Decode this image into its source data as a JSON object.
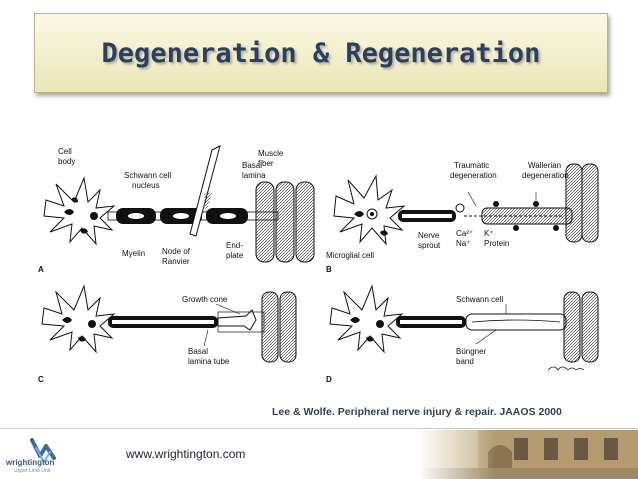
{
  "header": {
    "title": "Degeneration & Regeneration"
  },
  "figure": {
    "panel_a": {
      "letter": "A",
      "labels": {
        "cell_body_1": "Cell",
        "cell_body_2": "body",
        "schwann_1": "Schwann cell",
        "schwann_2": "nucleus",
        "basal_1": "Basal",
        "basal_2": "lamina",
        "muscle_1": "Muscle",
        "muscle_2": "fiber",
        "myelin": "Myelin",
        "node_1": "Node of",
        "node_2": "Ranvier",
        "endplate_1": "End-",
        "endplate_2": "plate"
      }
    },
    "panel_b": {
      "letter": "B",
      "labels": {
        "traumatic_1": "Traumatic",
        "traumatic_2": "degeneration",
        "wallerian_1": "Wallerian",
        "wallerian_2": "degeneration",
        "nerve_1": "Nerve",
        "nerve_2": "sprout",
        "ca": "Ca²⁺",
        "na": "Na⁺",
        "k": "K⁺",
        "protein": "Protein",
        "microglial": "Microglial cell"
      }
    },
    "panel_c": {
      "letter": "C",
      "labels": {
        "growth_cone": "Growth cone",
        "basal_1": "Basal",
        "basal_2": "lamina tube"
      }
    },
    "panel_d": {
      "letter": "D",
      "labels": {
        "schwann": "Schwann cell",
        "bungner_1": "Büngner",
        "bungner_2": "band"
      }
    }
  },
  "citation": "Lee & Wolfe. Peripheral nerve injury & repair. JAAOS 2000",
  "footer": {
    "logo_word": "wrightington",
    "logo_sub": "Upper Limb Unit",
    "website": "www.wrightington.com"
  },
  "colors": {
    "title_text": "#2a3f63",
    "title_bg_top": "#fbf9e3",
    "title_bg_bottom": "#e9e6b7",
    "citation": "#2f3e57"
  }
}
